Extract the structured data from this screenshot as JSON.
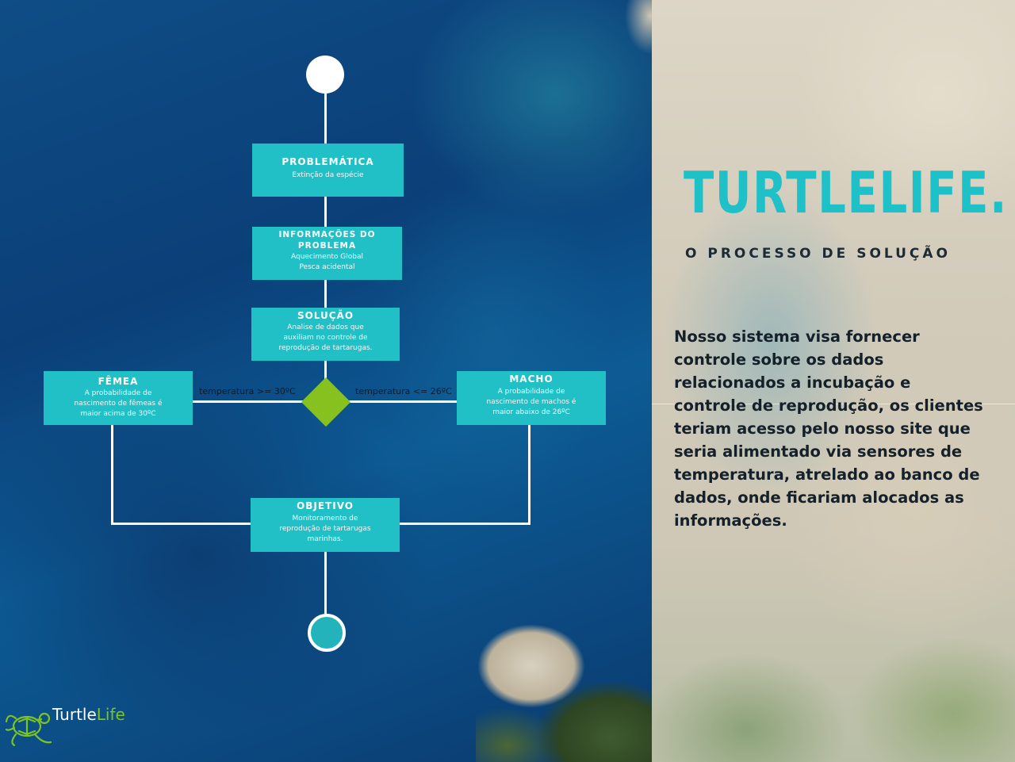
{
  "brand": {
    "title": "TURTLELIFE.",
    "subtitle": "O PROCESSO DE SOLUÇÃO",
    "description": "Nosso sistema visa fornecer controle sobre os dados relacionados a incubação e controle de reprodução, os clientes teriam acesso pelo nosso site que seria alimentado via sensores de temperatura, atrelado ao banco de dados, onde ficariam alocados as informações."
  },
  "logo": {
    "text_main": "Turtle",
    "text_accent": "Life"
  },
  "flow": {
    "problem": {
      "title": "PROBLEMÁTICA",
      "desc": "Extinção da espécie"
    },
    "info": {
      "title": "INFORMAÇÕES DO PROBLEMA",
      "desc": "Aquecimento Global\nPesca acidental"
    },
    "solution": {
      "title": "SOLUÇÃO",
      "desc": "Analise de dados que auxiliam no controle de reprodução de tartarugas."
    },
    "female": {
      "title": "FÊMEA",
      "desc": "A probabilidade de nascimento de fêmeas é maior acima de 30ºC"
    },
    "male": {
      "title": "MACHO",
      "desc": "A probabilidade de nascimento de machos é maior abaixo de 26ºC"
    },
    "objective": {
      "title": "OBJETIVO",
      "desc": "Monitoramento de reprodução de tartarugas marinhas."
    },
    "edge_female": "temperatura >= 30ºC",
    "edge_male": "temperatura <= 26ºC"
  },
  "colors": {
    "accent": "#21c0c6",
    "decision": "#86c11f",
    "logo_accent": "#7cc51f",
    "title": "#1fc1c8"
  }
}
